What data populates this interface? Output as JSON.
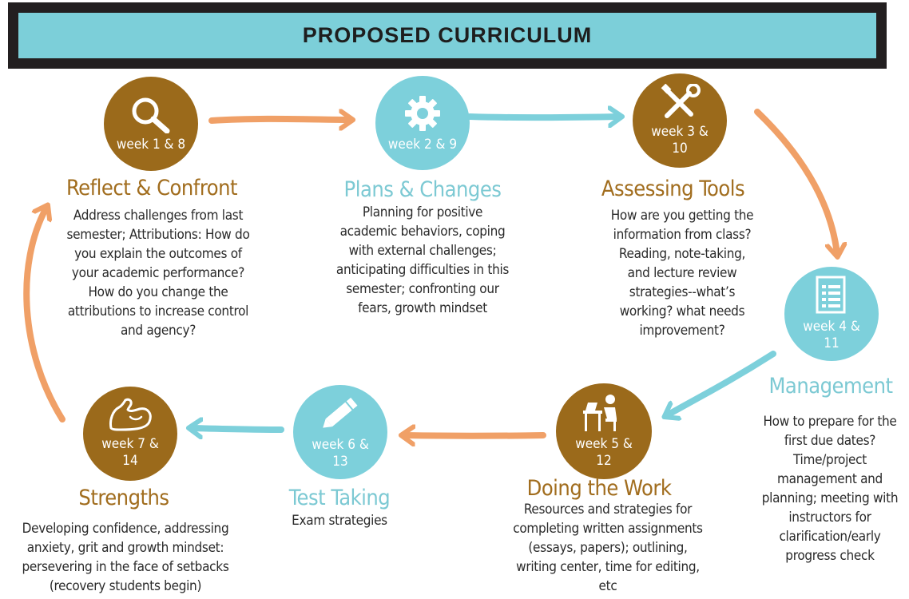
{
  "banner": {
    "title": "PROPOSED CURRICULUM"
  },
  "colors": {
    "brown": "#9b6a1b",
    "teal": "#7dd0db",
    "orange_arrow": "#f0a067",
    "teal_arrow": "#7dd0db"
  },
  "stages": [
    {
      "id": "reflect",
      "icon": "magnifier-icon",
      "week": "week 1 & 8",
      "title": "Reflect & Confront",
      "description": "Address challenges from last semester; Attributions: How do you explain the outcomes of your academic performance? How do you change the attributions to increase control and agency?"
    },
    {
      "id": "plans",
      "icon": "gear-icon",
      "week": "week 2 & 9",
      "title": "Plans & Changes",
      "description": "Planning for positive academic behaviors, coping with external challenges; anticipating difficulties in this semester; confronting our fears, growth mindset"
    },
    {
      "id": "assessing",
      "icon": "tools-icon",
      "week": "week 3 &\n10",
      "title": "Assessing Tools",
      "description": "How are you getting the information from class? Reading, note-taking, and lecture review strategies--what’s working? what needs improvement?"
    },
    {
      "id": "management",
      "icon": "document-icon",
      "week": "week 4 &\n11",
      "title": "Management",
      "description": "How to prepare for the first due dates? Time/project management and planning; meeting with instructors for clarification/early progress check"
    },
    {
      "id": "work",
      "icon": "student-desk-icon",
      "week": "week 5 &\n12",
      "title": "Doing the Work",
      "description": "Resources and strategies for completing written assignments (essays, papers); outlining, writing center, time for editing, etc"
    },
    {
      "id": "test",
      "icon": "pencil-icon",
      "week": "week 6 &\n13",
      "title": "Test Taking",
      "description": "Exam strategies"
    },
    {
      "id": "strengths",
      "icon": "flexed-arm-icon",
      "week": "week 7 &\n14",
      "title": "Strengths",
      "description": "Developing confidence, addressing anxiety, grit and growth mindset: persevering in the face of setbacks (recovery students begin)"
    }
  ]
}
